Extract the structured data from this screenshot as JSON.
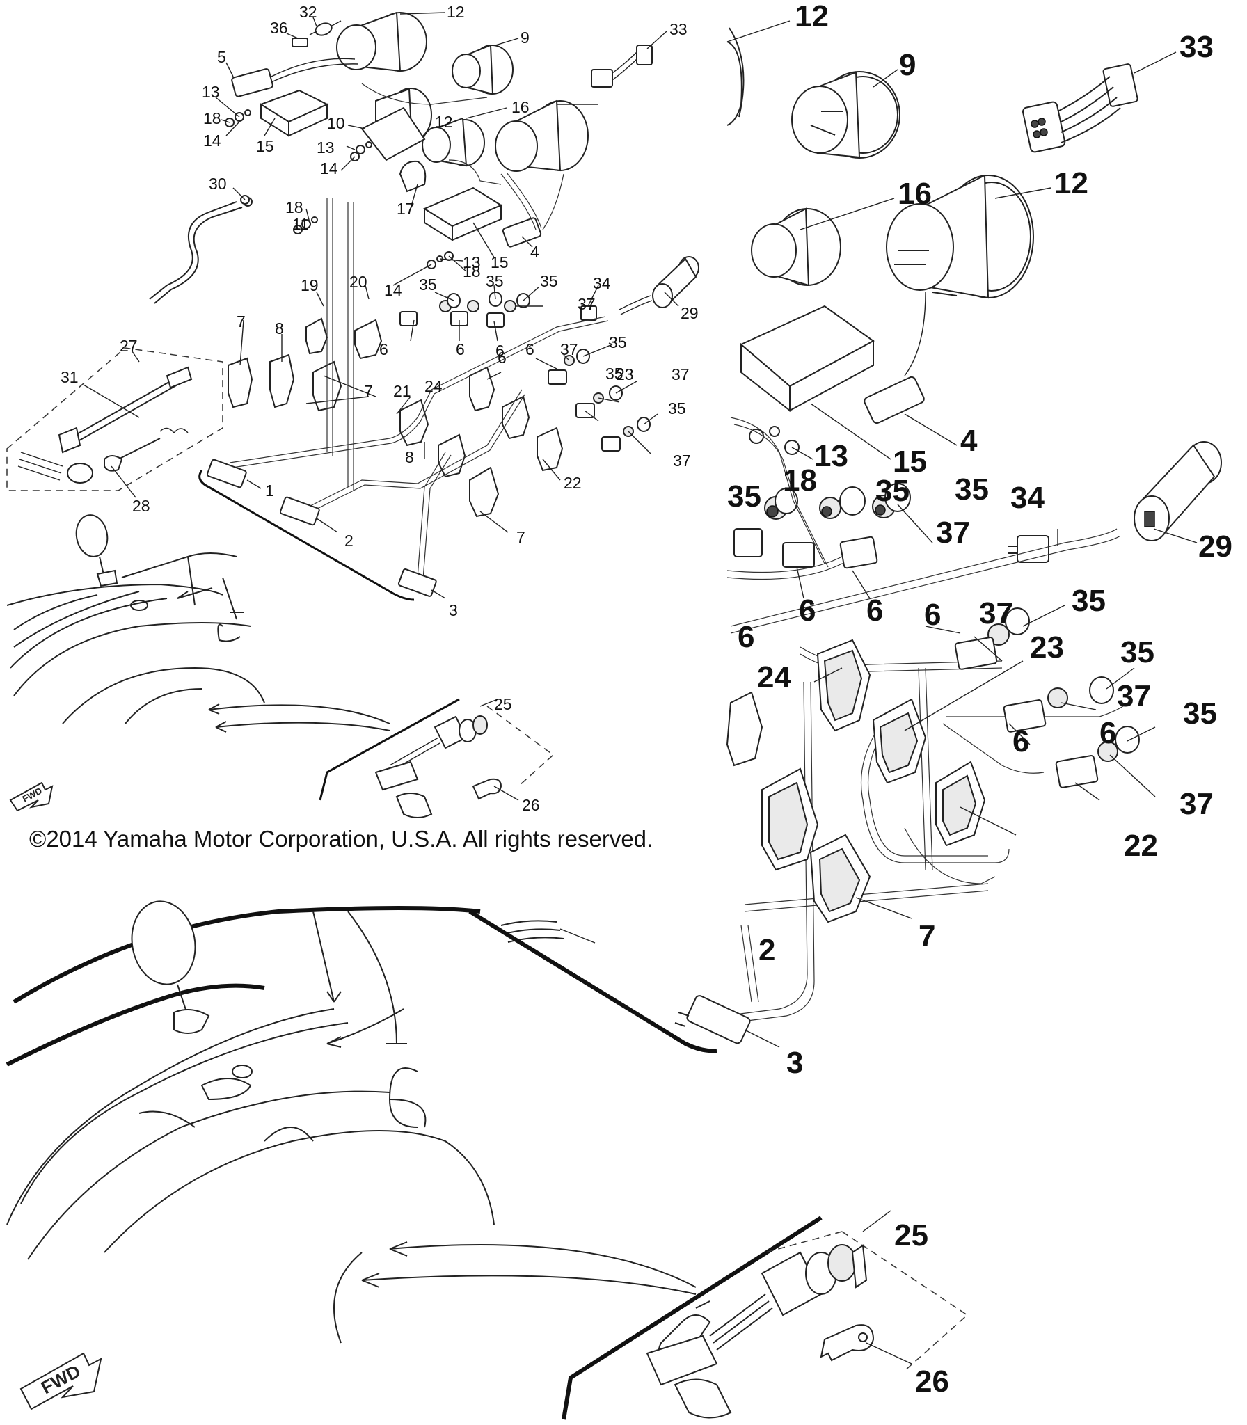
{
  "copyright": "©2014 Yamaha Motor Corporation, U.S.A. All rights reserved.",
  "fwd_label": "FWD",
  "small_view": {
    "labels": [
      "32",
      "36",
      "12",
      "9",
      "33",
      "5",
      "13",
      "18",
      "14",
      "15",
      "10",
      "16",
      "12",
      "13",
      "14",
      "30",
      "18",
      "11",
      "17",
      "15",
      "4",
      "13",
      "18",
      "14",
      "35",
      "35",
      "35",
      "34",
      "29",
      "19",
      "20",
      "37",
      "7",
      "8",
      "6",
      "6",
      "6",
      "35",
      "6",
      "37",
      "27",
      "31",
      "21",
      "24",
      "23",
      "35",
      "7",
      "37",
      "35",
      "6",
      "8",
      "22",
      "37",
      "28",
      "1",
      "7",
      "2",
      "3",
      "25",
      "26"
    ]
  },
  "large_view": {
    "labels": [
      "12",
      "9",
      "33",
      "16",
      "12",
      "13",
      "15",
      "4",
      "18",
      "35",
      "35",
      "35",
      "34",
      "37",
      "29",
      "6",
      "6",
      "6",
      "6",
      "37",
      "35",
      "24",
      "23",
      "35",
      "37",
      "35",
      "6",
      "6",
      "37",
      "22",
      "7",
      "2",
      "3",
      "25",
      "26"
    ]
  }
}
